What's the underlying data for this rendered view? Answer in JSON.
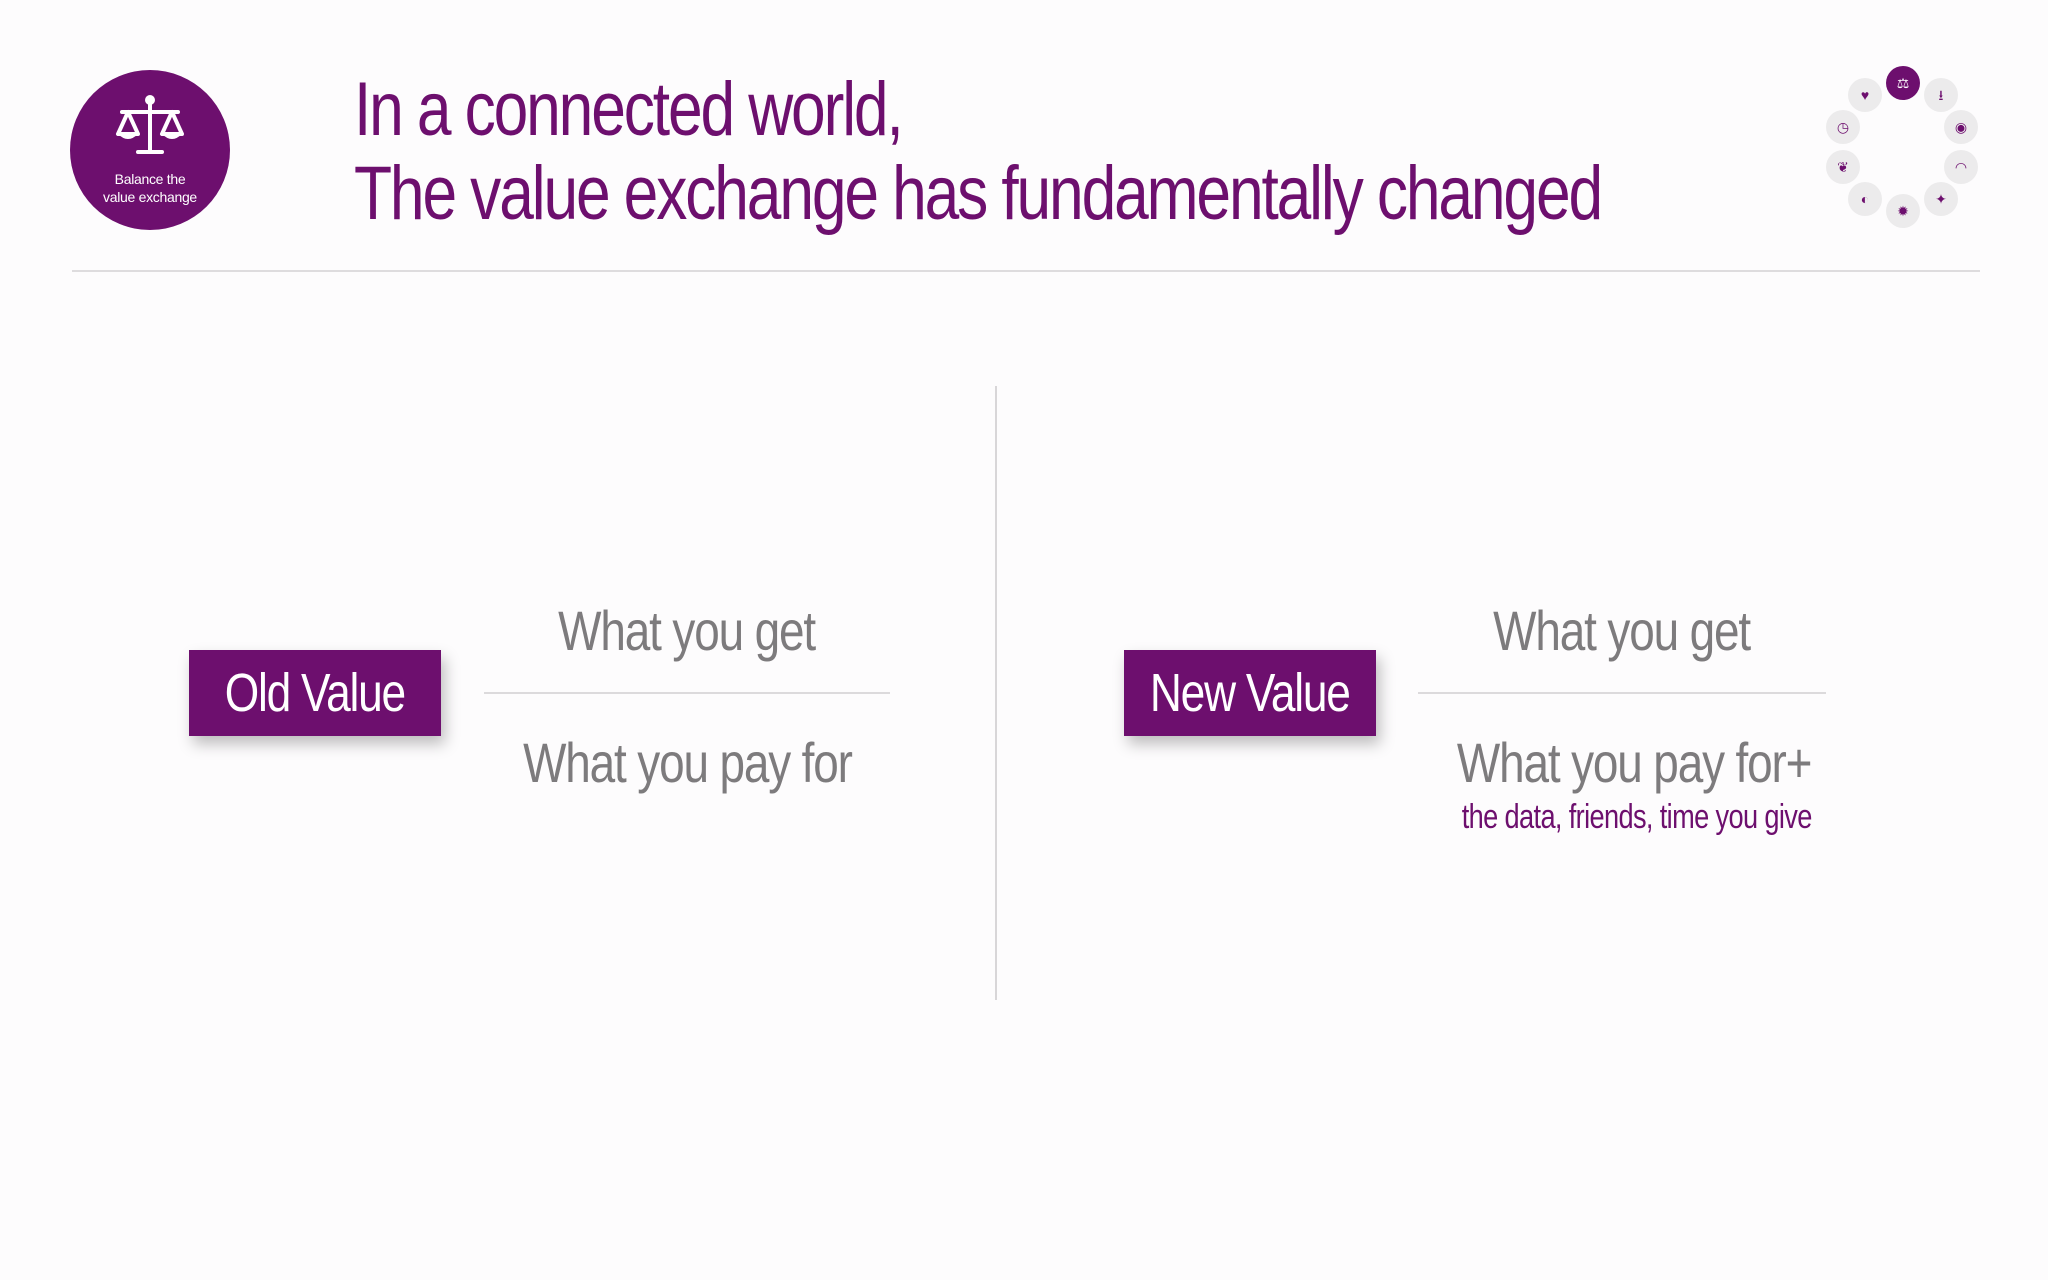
{
  "badge": {
    "icon": "scales-icon",
    "line1": "Balance the",
    "line2": "value exchange"
  },
  "title": {
    "line1": "In a connected world,",
    "line2": "The value exchange has fundamentally changed"
  },
  "nav_ring": {
    "icons": [
      "scales-icon",
      "download-icon",
      "target-icon",
      "eye-icon",
      "twitter-icon",
      "lightbulb-icon",
      "toggle-icon",
      "handshake-icon",
      "clock-icon",
      "heart-icon"
    ],
    "active": "scales-icon",
    "accent": "#6d0f6e"
  },
  "old_panel": {
    "label": "Old Value",
    "get": "What you get",
    "pay": "What you pay for"
  },
  "new_panel": {
    "label": "New Value",
    "get": "What you get",
    "pay": "What you pay for+",
    "extra": "the data, friends, time you give"
  },
  "colors": {
    "accent": "#6d0f6e",
    "gray_text": "#7d7b7d"
  }
}
